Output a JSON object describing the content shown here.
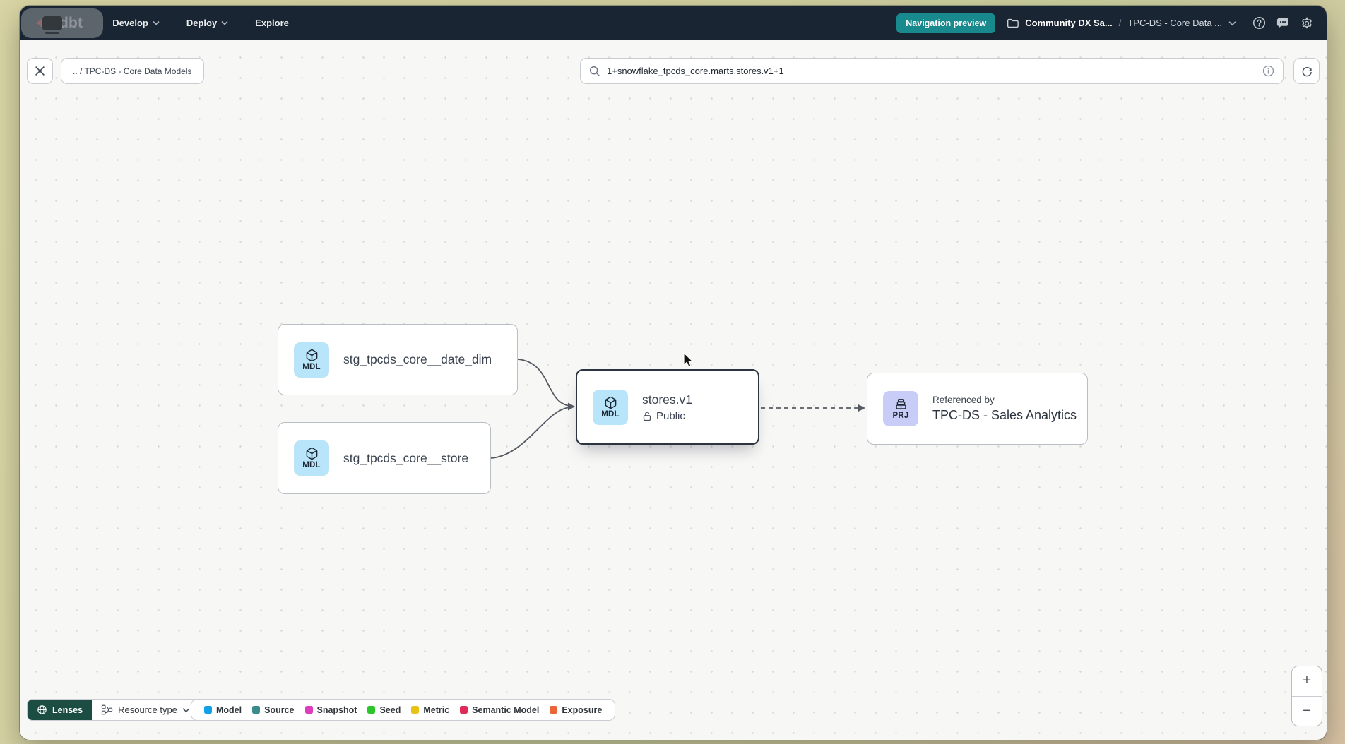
{
  "navbar": {
    "logo_text": "dbt",
    "menus": [
      {
        "label": "Develop",
        "has_chevron": true
      },
      {
        "label": "Deploy",
        "has_chevron": true
      },
      {
        "label": "Explore",
        "has_chevron": false
      }
    ],
    "preview_badge": "Navigation preview",
    "breadcrumb": {
      "project": "Community DX Sa...",
      "separator": "/",
      "page": "TPC-DS - Core Data ..."
    }
  },
  "toolbar": {
    "breadcrumb_chip": ".. / TPC-DS - Core Data Models",
    "search": {
      "value": "1+snowflake_tpcds_core.marts.stores.v1+1"
    }
  },
  "graph": {
    "nodes": [
      {
        "badge": "MDL",
        "label": "stg_tpcds_core__date_dim"
      },
      {
        "badge": "MDL",
        "label": "stg_tpcds_core__store"
      },
      {
        "badge": "MDL",
        "label": "stores.v1",
        "access": "Public"
      },
      {
        "badge": "PRJ",
        "sublabel": "Referenced by",
        "label": "TPC-DS - Sales Analytics"
      }
    ]
  },
  "footer": {
    "lenses_label": "Lenses",
    "resource_type_label": "Resource type",
    "legend": [
      {
        "label": "Model",
        "color": "#12a0e6"
      },
      {
        "label": "Source",
        "color": "#3a8c8b"
      },
      {
        "label": "Snapshot",
        "color": "#de3dbe"
      },
      {
        "label": "Seed",
        "color": "#2bc62b"
      },
      {
        "label": "Metric",
        "color": "#e9c115"
      },
      {
        "label": "Semantic Model",
        "color": "#e02a57"
      },
      {
        "label": "Exposure",
        "color": "#ec6539"
      }
    ]
  },
  "zoom_controls": {
    "zoom_in": "+",
    "zoom_out": "−"
  },
  "colors": {
    "navbar_bg": "#1a2533",
    "preview_badge_bg": "#18898c",
    "brand_orange": "#ff4a2d",
    "canvas_bg": "#f7f7f5",
    "mdl_badge_bg": "#b9e5fb",
    "prj_badge_bg": "#c7cdf6",
    "lenses_bg": "#1b4d42",
    "selected_border": "#2b3440",
    "edge": "#565b63"
  }
}
